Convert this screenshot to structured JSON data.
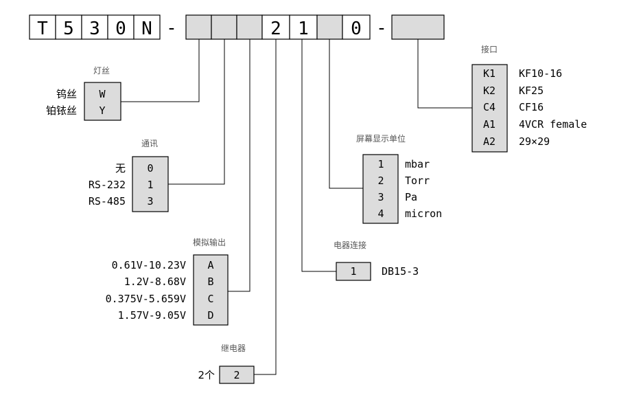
{
  "model_code": {
    "cells": [
      "T",
      "5",
      "3",
      "0",
      "N",
      "",
      "",
      "",
      "2",
      "1",
      "",
      "0",
      ""
    ],
    "dash": "-"
  },
  "filament": {
    "title": "灯丝",
    "options": [
      {
        "label": "钨丝",
        "code": "W"
      },
      {
        "label": "铂铱丝",
        "code": "Y"
      }
    ]
  },
  "communication": {
    "title": "通讯",
    "options": [
      {
        "label": "无",
        "code": "0"
      },
      {
        "label": "RS-232",
        "code": "1"
      },
      {
        "label": "RS-485",
        "code": "3"
      }
    ]
  },
  "analog_output": {
    "title": "模拟输出",
    "options": [
      {
        "label": "0.61V-10.23V",
        "code": "A"
      },
      {
        "label": "1.2V-8.68V",
        "code": "B"
      },
      {
        "label": "0.375V-5.659V",
        "code": "C"
      },
      {
        "label": "1.57V-9.05V",
        "code": "D"
      }
    ]
  },
  "relay": {
    "title": "继电器",
    "options": [
      {
        "label": "2个",
        "code": "2"
      }
    ]
  },
  "electrical_connection": {
    "title": "电器连接",
    "options": [
      {
        "label": "DB15-3",
        "code": "1"
      }
    ]
  },
  "display_unit": {
    "title": "屏幕显示单位",
    "options": [
      {
        "label": "mbar",
        "code": "1"
      },
      {
        "label": "Torr",
        "code": "2"
      },
      {
        "label": "Pa",
        "code": "3"
      },
      {
        "label": "micron",
        "code": "4"
      }
    ]
  },
  "interface": {
    "title": "接口",
    "options": [
      {
        "label": "KF10-16",
        "code": "K1"
      },
      {
        "label": "KF25",
        "code": "K2"
      },
      {
        "label": "CF16",
        "code": "C4"
      },
      {
        "label": "4VCR female",
        "code": "A1"
      },
      {
        "label": "29×29",
        "code": "A2"
      }
    ]
  }
}
